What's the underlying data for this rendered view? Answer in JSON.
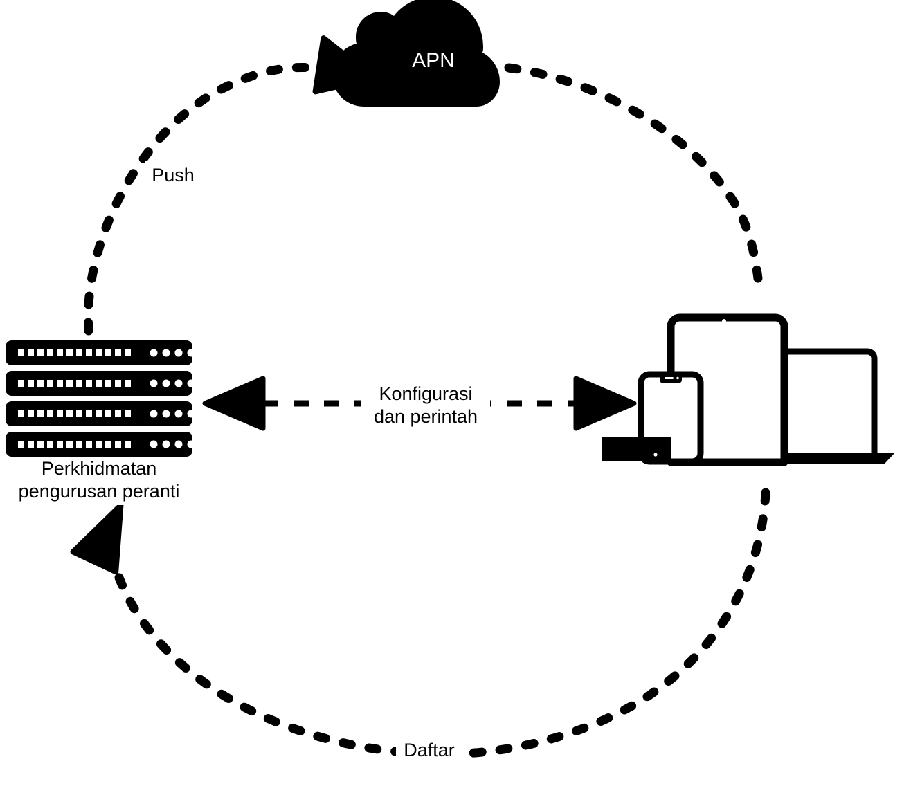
{
  "diagram": {
    "title": "Device management push notification cycle",
    "background_color": "#ffffff",
    "stroke_color": "#000000",
    "nodes": {
      "cloud": {
        "name": "apn-cloud",
        "label": "APN",
        "label_color": "#ffffff",
        "shape": "cloud",
        "fill": "#000000"
      },
      "server": {
        "name": "device-management-service",
        "label_line1": "Perkhidmatan",
        "label_line2": "pengurusan peranti",
        "shape": "server-rack",
        "unit_count": 4,
        "led_squares_per_unit": 12,
        "led_dots_per_unit": 5,
        "fill": "#000000"
      },
      "devices": {
        "name": "apple-device-group",
        "items": [
          "apple-tv",
          "iphone",
          "ipad",
          "macbook"
        ],
        "stroke": "#000000"
      }
    },
    "connections": [
      {
        "name": "push-arc",
        "label": "Push",
        "from": "device-management-service",
        "to": "apn-cloud",
        "style": "dashed-arc",
        "arrow_at": "apn-cloud"
      },
      {
        "name": "apn-to-devices-arc",
        "label": "",
        "from": "apn-cloud",
        "to": "apple-device-group",
        "style": "dashed-arc",
        "arrow_at": "none"
      },
      {
        "name": "configuration-commands-line",
        "label_line1": "Konfigurasi",
        "label_line2": "dan perintah",
        "from": "apple-device-group",
        "to": "device-management-service",
        "style": "dashed-line",
        "arrow_at": "both"
      },
      {
        "name": "daftar-arc",
        "label": "Daftar",
        "from": "apple-device-group",
        "to": "device-management-service",
        "style": "dashed-arc",
        "arrow_at": "device-management-service"
      }
    ]
  }
}
